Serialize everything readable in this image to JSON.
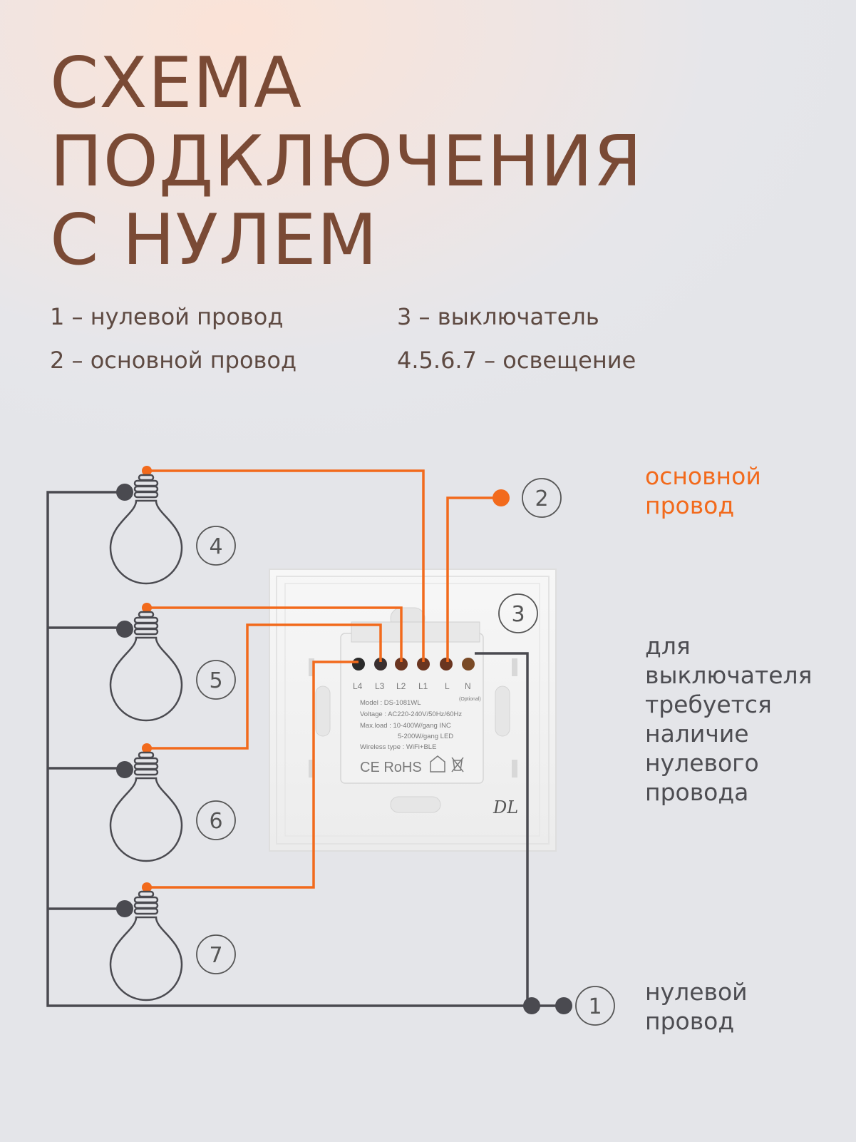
{
  "title": {
    "line1": "СХЕМА",
    "line2": "ПОДКЛЮЧЕНИЯ",
    "line3": "С НУЛЕМ"
  },
  "legend": [
    {
      "num": "1",
      "text": "1 – нулевой провод"
    },
    {
      "num": "2",
      "text": "2 – основной провод"
    },
    {
      "num": "3",
      "text": "3 – выключатель"
    },
    {
      "num": "4.5.6.7",
      "text": "4.5.6.7 – освещение"
    }
  ],
  "labels": {
    "main_wire": [
      "основной",
      "провод"
    ],
    "switch_note": [
      "для",
      "выключателя",
      "требуется",
      "наличие",
      "нулевого",
      "провода"
    ],
    "neutral_wire": [
      "нулевой",
      "провод"
    ]
  },
  "markers": {
    "neutral": "1",
    "main": "2",
    "switch": "3",
    "lamps": [
      "4",
      "5",
      "6",
      "7"
    ]
  },
  "switch_plate": {
    "terminals": [
      "L4",
      "L3",
      "L2",
      "L1",
      "L",
      "N"
    ],
    "optional": "(Optional)",
    "model": "Model : DS-1081WL",
    "voltage": "Voltage : AC220-240V/50Hz/60Hz",
    "maxload": "Max.load : 10-400W/gang  INC",
    "maxload2": "5-200W/gang  LED",
    "wireless": "Wireless type : WiFi+BLE",
    "marks": "CE RoHS",
    "handwriting": "DL"
  },
  "colors": {
    "main_wire": "#f26a1c",
    "neutral_wire": "#4a4a50",
    "title": "#7a4a35",
    "accent_label": "#f26a1c"
  }
}
